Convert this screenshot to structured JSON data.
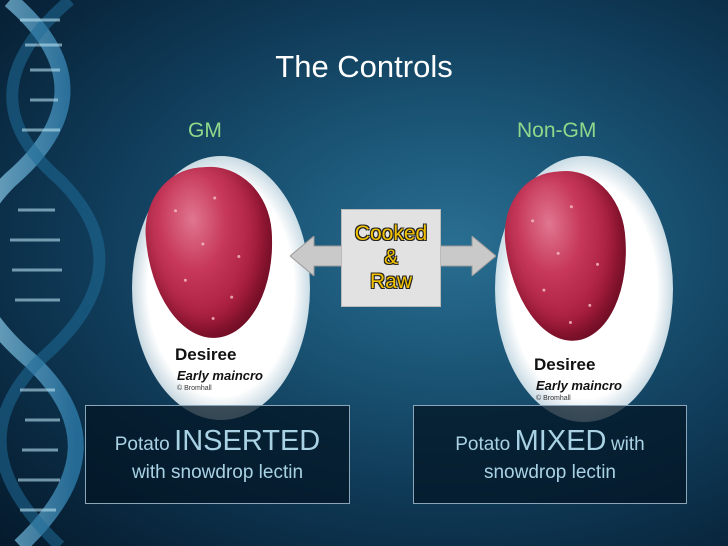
{
  "title": "The Controls",
  "labels": {
    "left": "GM",
    "right": "Non-GM"
  },
  "center_box": {
    "line1": "Cooked",
    "line2": "&",
    "line3": "Raw"
  },
  "left_photo": {
    "variety": "Desiree",
    "subtitle": "Early maincro",
    "credit": "© Bromhall"
  },
  "right_photo": {
    "variety": "Desiree",
    "subtitle": "Early maincro",
    "credit": "© Bromhall"
  },
  "left_desc": {
    "prefix": "Potato",
    "emphasis": "INSERTED",
    "suffix": "",
    "line2": "with snowdrop lectin"
  },
  "right_desc": {
    "prefix": "Potato",
    "emphasis": "MIXED",
    "suffix": "with",
    "line2": "snowdrop lectin"
  },
  "colors": {
    "label": "#8fd88b",
    "center_text": "#f2c200",
    "desc_text": "#a9d2e4",
    "background": "#0f3a57"
  }
}
